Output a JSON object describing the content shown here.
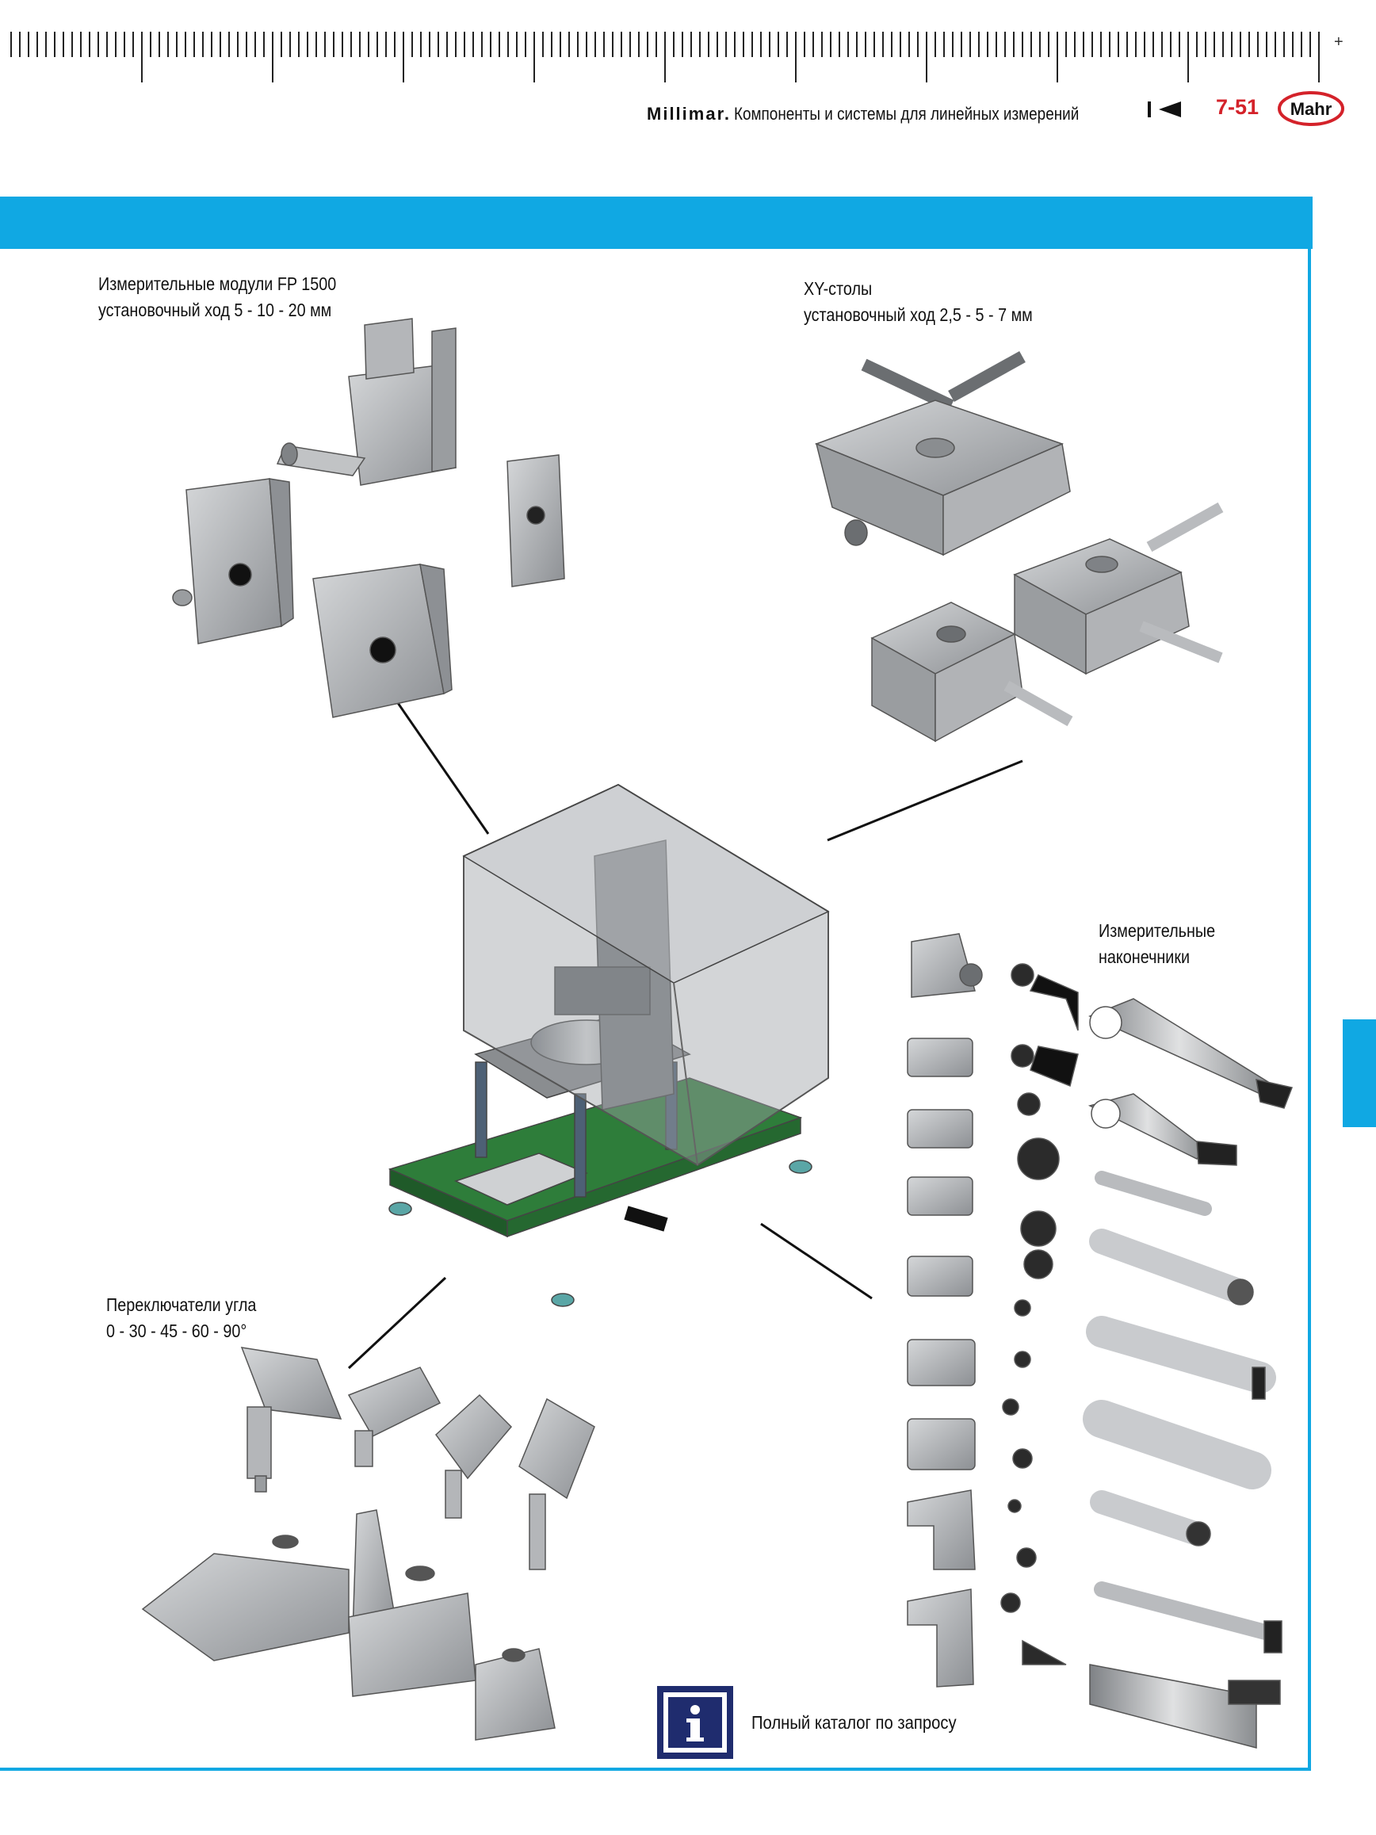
{
  "header": {
    "brand": "Millimar.",
    "subtitle": "Компоненты и системы для линейных измерений",
    "page_number": "7-51",
    "logo_text": "Mahr"
  },
  "labels": {
    "fp1500": [
      "Измерительные модули FP 1500",
      "установочный ход 5 - 10 - 20 мм"
    ],
    "xy_tables": [
      "XY-столы",
      "установочный ход 2,5 - 5 - 7 мм"
    ],
    "probes": [
      "Измерительные",
      "наконечники"
    ],
    "angle_switch": [
      "Переключатели угла",
      "0 - 30 - 45 - 60 - 90°"
    ]
  },
  "info": {
    "icon": "info-icon",
    "text": "Полный каталог по запросу"
  },
  "colors": {
    "accent": "#10a8e3",
    "page_number": "#d4222a",
    "metal": "#a7a9ac",
    "base_green": "#2e7d3a"
  }
}
